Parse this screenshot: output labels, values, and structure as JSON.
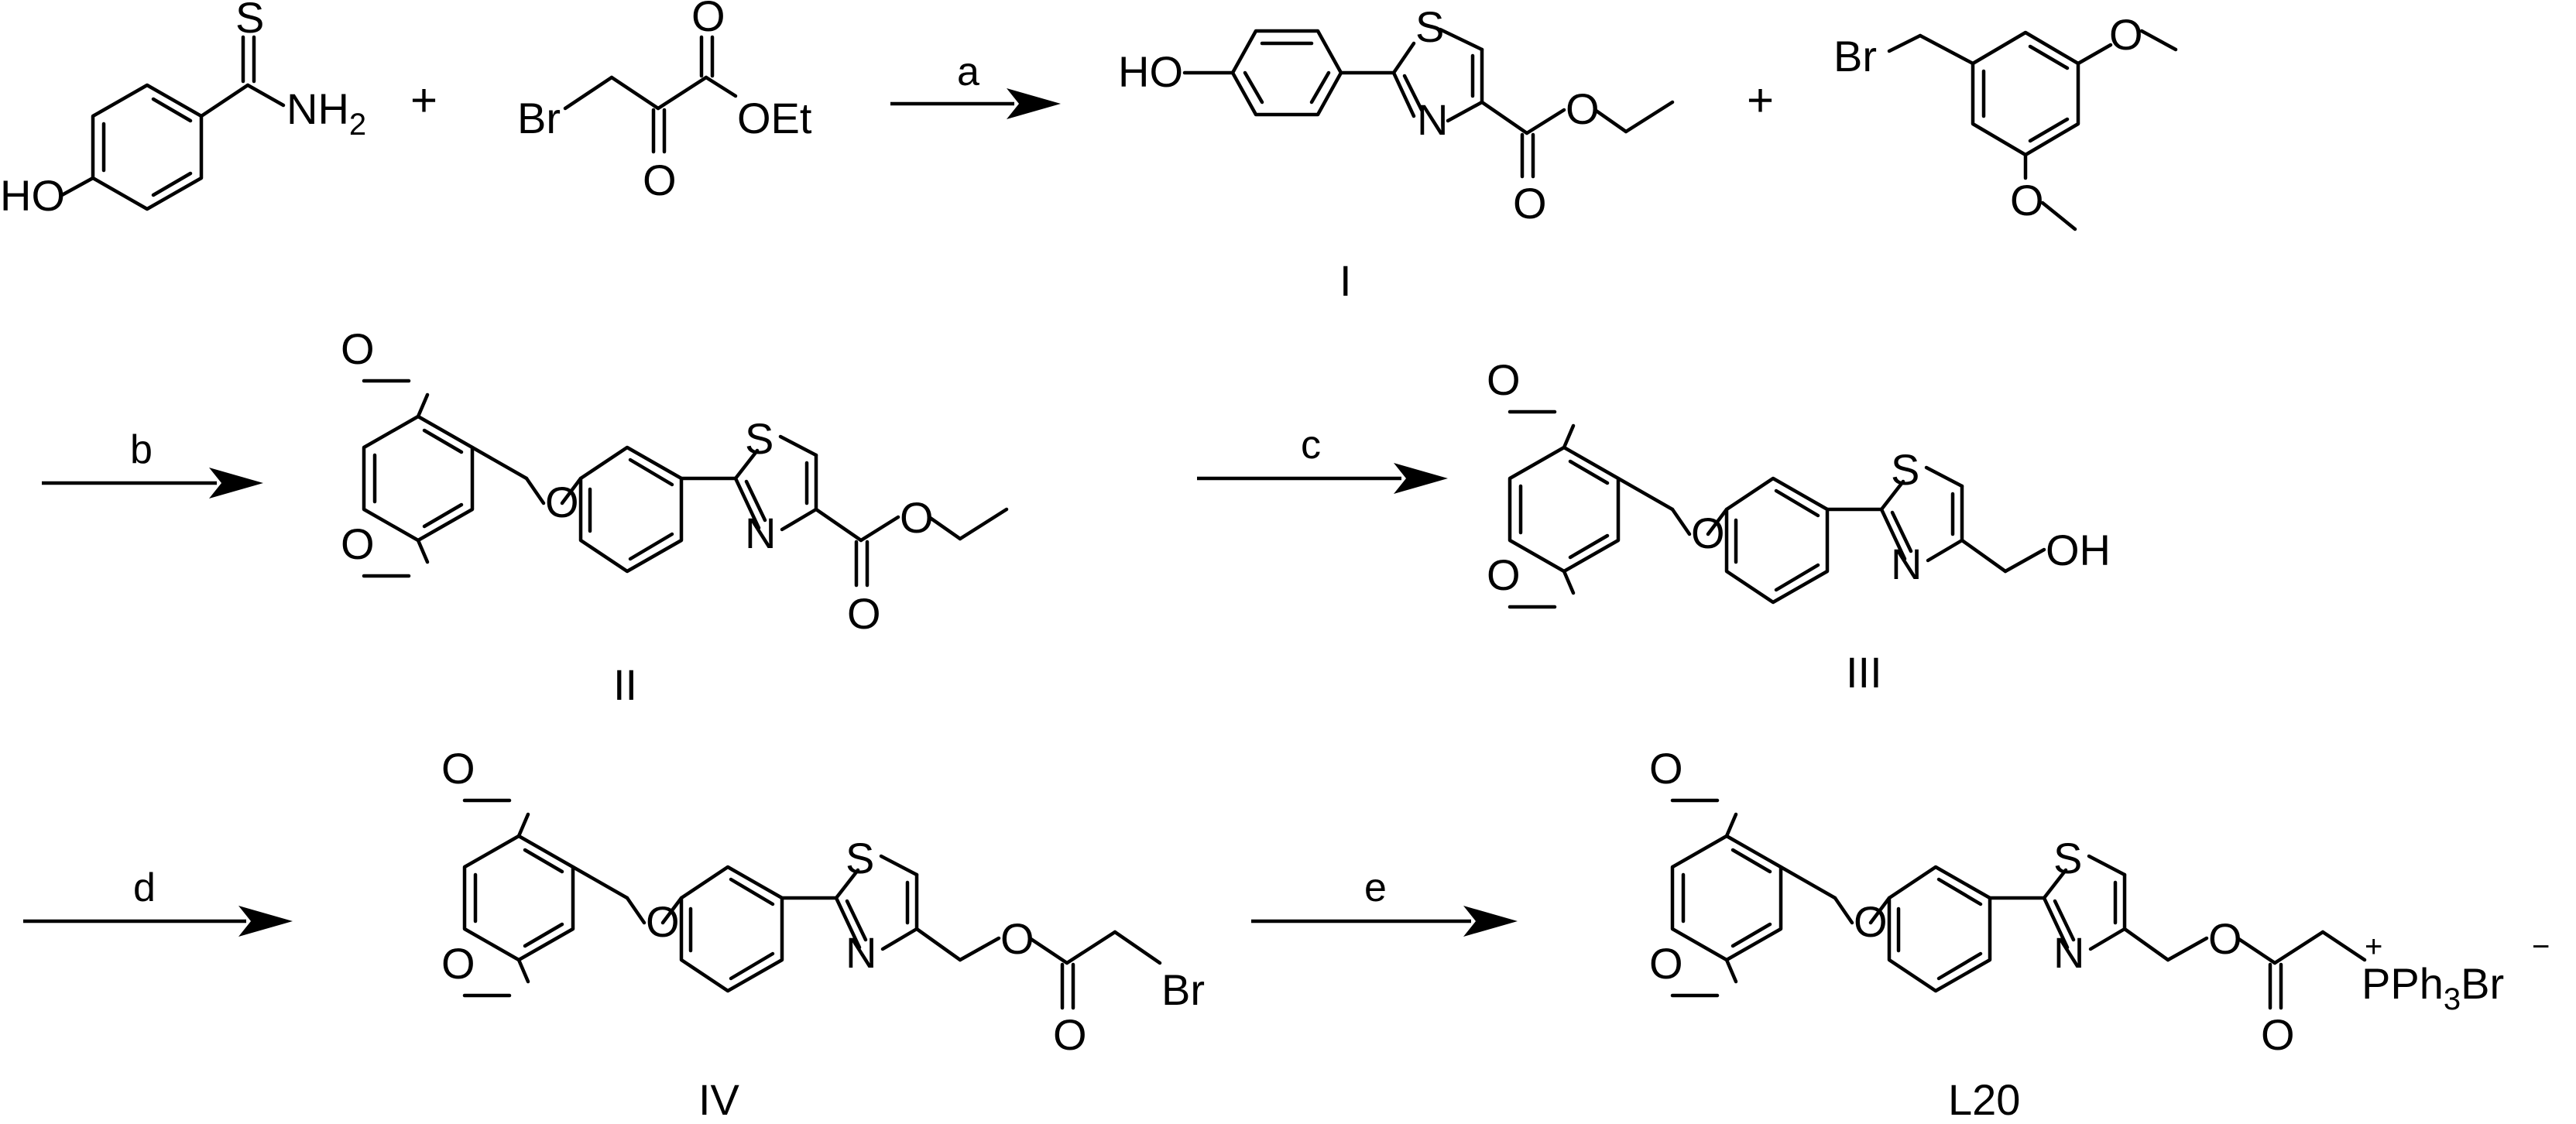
{
  "scheme": {
    "operators": {
      "plus": "+"
    },
    "reagents": {
      "thioamide": {
        "S": "S",
        "NH2_N": "NH",
        "NH2_sub": "2",
        "OH": "HO"
      },
      "bromopyruvate": {
        "Br": "Br",
        "O_keto": "O",
        "O_ester": "O",
        "OEt": "OEt"
      },
      "benzylbromide": {
        "Br": "Br",
        "O_top": "O",
        "O_bottom": "O"
      }
    },
    "atoms": {
      "S": "S",
      "N": "N",
      "O": "O",
      "HO": "HO",
      "OH": "OH",
      "Br": "Br",
      "P": "P",
      "Ph3": "Ph",
      "sub3": "3",
      "plus": "+",
      "minus": "−",
      "Br_counter": "Br"
    },
    "conditions": {
      "a": "a",
      "b": "b",
      "c": "c",
      "d": "d",
      "e": "e"
    },
    "compounds": {
      "I": "I",
      "II": "II",
      "III": "III",
      "IV": "IV",
      "L20": "L20"
    }
  }
}
